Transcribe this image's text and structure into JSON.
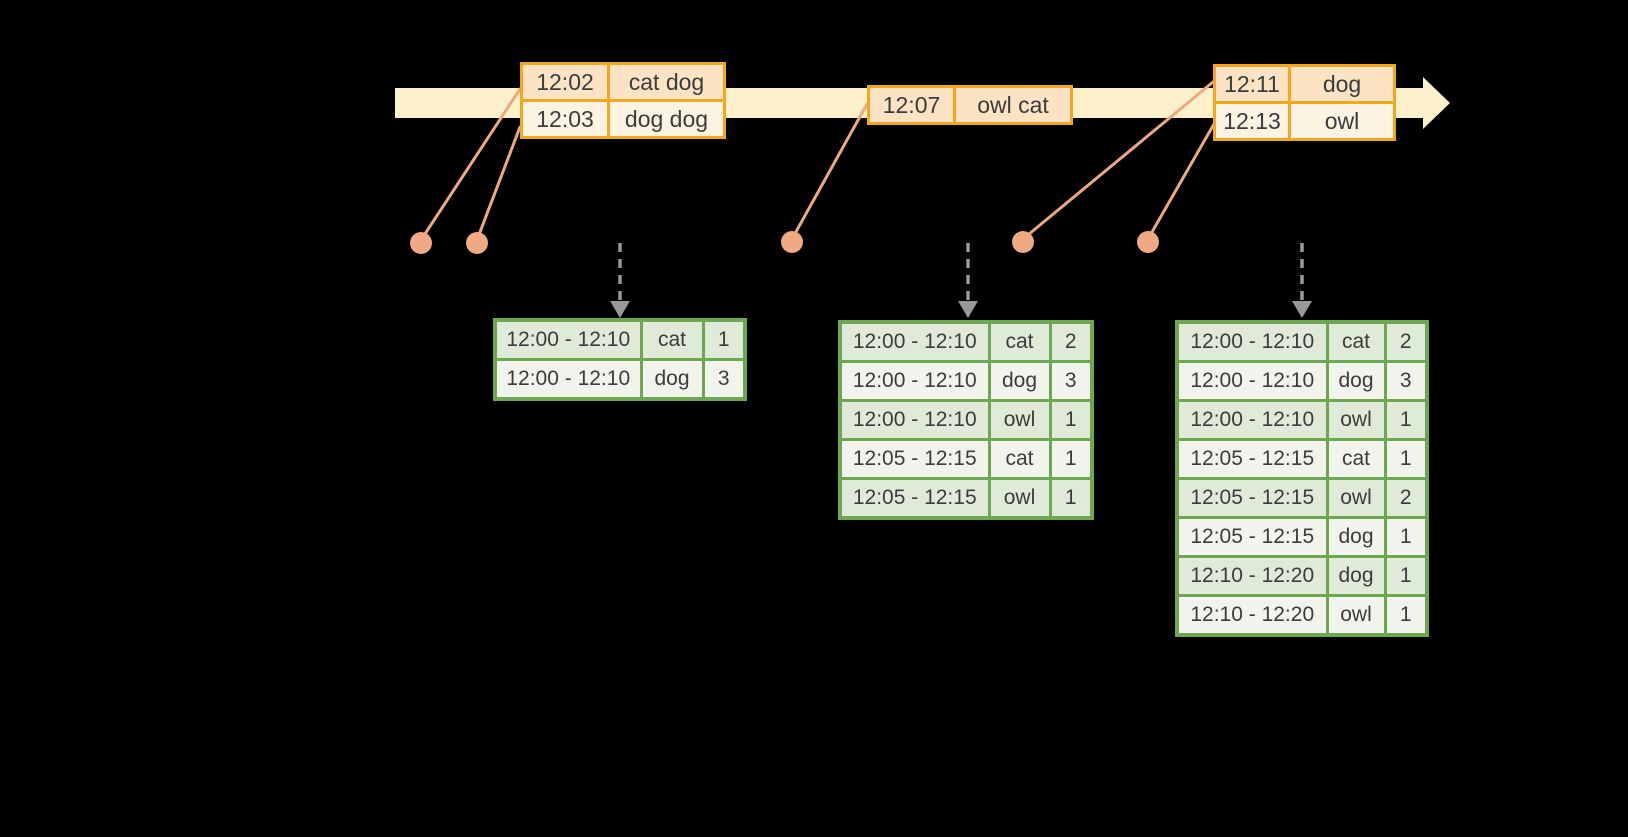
{
  "diagram": {
    "background": "#000000",
    "colors": {
      "timeline_band": "#fcf0cb",
      "event_table_border": "#f2a71e",
      "event_row_dark": "#fbe3c3",
      "event_row_light": "#fdf3e2",
      "result_table_border": "#6da850",
      "result_row_dark": "#e0ead8",
      "result_row_light": "#f0f4ec",
      "connector_line": "#eda87d",
      "connector_dot": "#f0a983",
      "trigger_arrow": "#999999",
      "text": "#3c3c3c"
    },
    "icons": [
      "timeline-arrowhead-icon",
      "down-arrowhead-icon"
    ]
  },
  "events": {
    "group1": {
      "rows": [
        [
          "12:02",
          "cat dog"
        ],
        [
          "12:03",
          "dog dog"
        ]
      ]
    },
    "group2": {
      "rows": [
        [
          "12:07",
          "owl cat"
        ]
      ]
    },
    "group3": {
      "rows": [
        [
          "12:11",
          "dog"
        ],
        [
          "12:13",
          "owl"
        ]
      ]
    }
  },
  "results": {
    "table1": {
      "rows": [
        [
          "12:00 - 12:10",
          "cat",
          "1"
        ],
        [
          "12:00 - 12:10",
          "dog",
          "3"
        ]
      ]
    },
    "table2": {
      "rows": [
        [
          "12:00 - 12:10",
          "cat",
          "2"
        ],
        [
          "12:00 - 12:10",
          "dog",
          "3"
        ],
        [
          "12:00 - 12:10",
          "owl",
          "1"
        ],
        [
          "12:05 - 12:15",
          "cat",
          "1"
        ],
        [
          "12:05 - 12:15",
          "owl",
          "1"
        ]
      ]
    },
    "table3": {
      "rows": [
        [
          "12:00 - 12:10",
          "cat",
          "2"
        ],
        [
          "12:00 - 12:10",
          "dog",
          "3"
        ],
        [
          "12:00 - 12:10",
          "owl",
          "1"
        ],
        [
          "12:05 - 12:15",
          "cat",
          "1"
        ],
        [
          "12:05 - 12:15",
          "owl",
          "2"
        ],
        [
          "12:05 - 12:15",
          "dog",
          "1"
        ],
        [
          "12:10 - 12:20",
          "dog",
          "1"
        ],
        [
          "12:10 - 12:20",
          "owl",
          "1"
        ]
      ]
    }
  }
}
